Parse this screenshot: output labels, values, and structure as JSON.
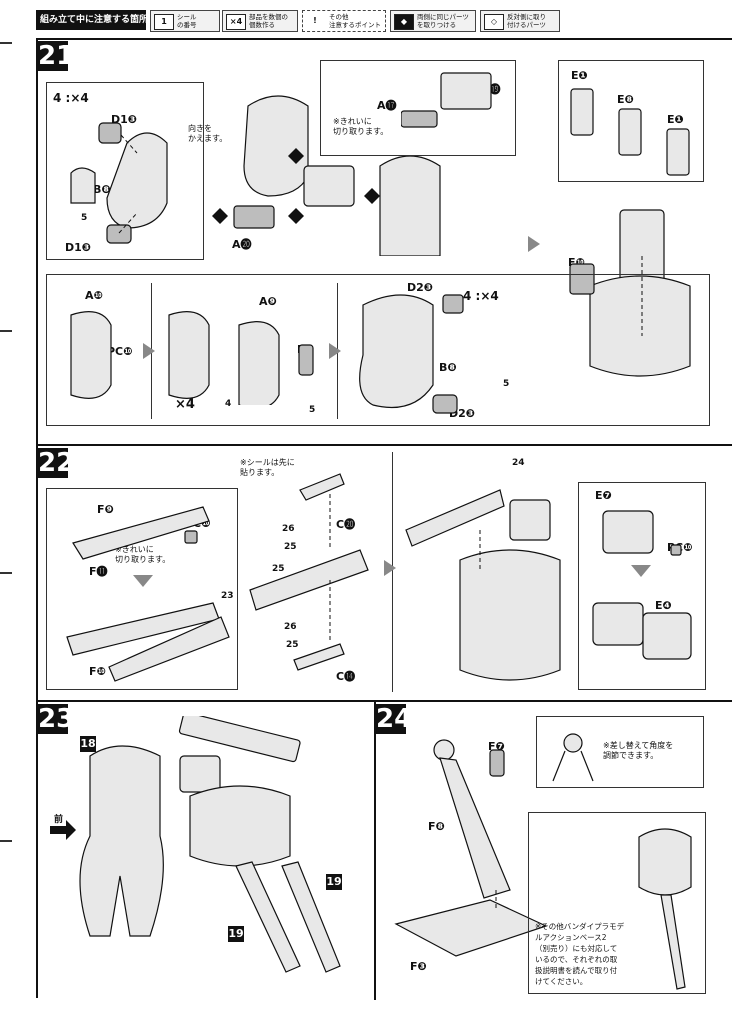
{
  "legend": {
    "title": "組み立て中に注意する箇所",
    "items": [
      {
        "icon": "1",
        "text": "シール\nの番号"
      },
      {
        "icon": "×4",
        "text": "部品を数個の\n個数作る"
      },
      {
        "icon": "!",
        "text": "その他\n注意するポイント"
      },
      {
        "icon": "◆",
        "text": "両側に同じパーツ\nを取りつける"
      },
      {
        "icon": "◇",
        "text": "反対側に取り\n付けるパーツ"
      }
    ]
  },
  "steps": {
    "s21": "21",
    "s22": "22",
    "s23": "23",
    "s24": "24"
  },
  "step21": {
    "count_label": "4 :×4",
    "d1a": "D1❸",
    "b8": "B❽",
    "sticker5": "5",
    "d1b": "D1❸",
    "note_turn": "向きを\nかえます。",
    "a20": "A⓴",
    "a17": "A⓱",
    "a19": "A⓳",
    "note_cut": "※きれいに\n切り取ります。",
    "e1a": "E❶",
    "e8": "E❽",
    "e1b": "E❶",
    "e10": "E❿",
    "sub_a10": "A❿",
    "sub_pc10": "PC❿",
    "sub_a9": "A❾",
    "sub_e9": "E❾",
    "sub_x4": "×4",
    "sub_4": "4",
    "sub_5": "5",
    "sub_d2a": "D2❸",
    "sub_4b": "4 :×4",
    "sub_b8": "B❽",
    "sub_5b": "5",
    "sub_d2b": "D2❸"
  },
  "step22": {
    "f9": "F❾",
    "pc10a": "PC❿",
    "note_cut": "※きれいに\n切り取ります。",
    "f11": "F⓫",
    "sticker23": "23",
    "f10": "F❿",
    "note_sticker": "※シールは先に\n貼ります。",
    "c20": "C⓴",
    "s26a": "26",
    "s25a": "25",
    "s25b": "25",
    "s26b": "26",
    "s25c": "25",
    "c14": "C⓮",
    "s24": "24",
    "e7": "E❼",
    "pc10b": "PC❿",
    "e4": "E❹"
  },
  "step23": {
    "b18": "18",
    "front": "前",
    "b19a": "19",
    "b19b": "19"
  },
  "step24": {
    "f7": "F❼",
    "note_angle": "※差し替えて角度を\n調節できます。",
    "f8": "F❽",
    "f3": "F❸",
    "note_base": "※その他バンダイプラモデ\nルアクションベース2\n（別売り）にも対応して\nいるので、それぞれの取\n扱説明書を読んで取り付\nけてください。"
  }
}
